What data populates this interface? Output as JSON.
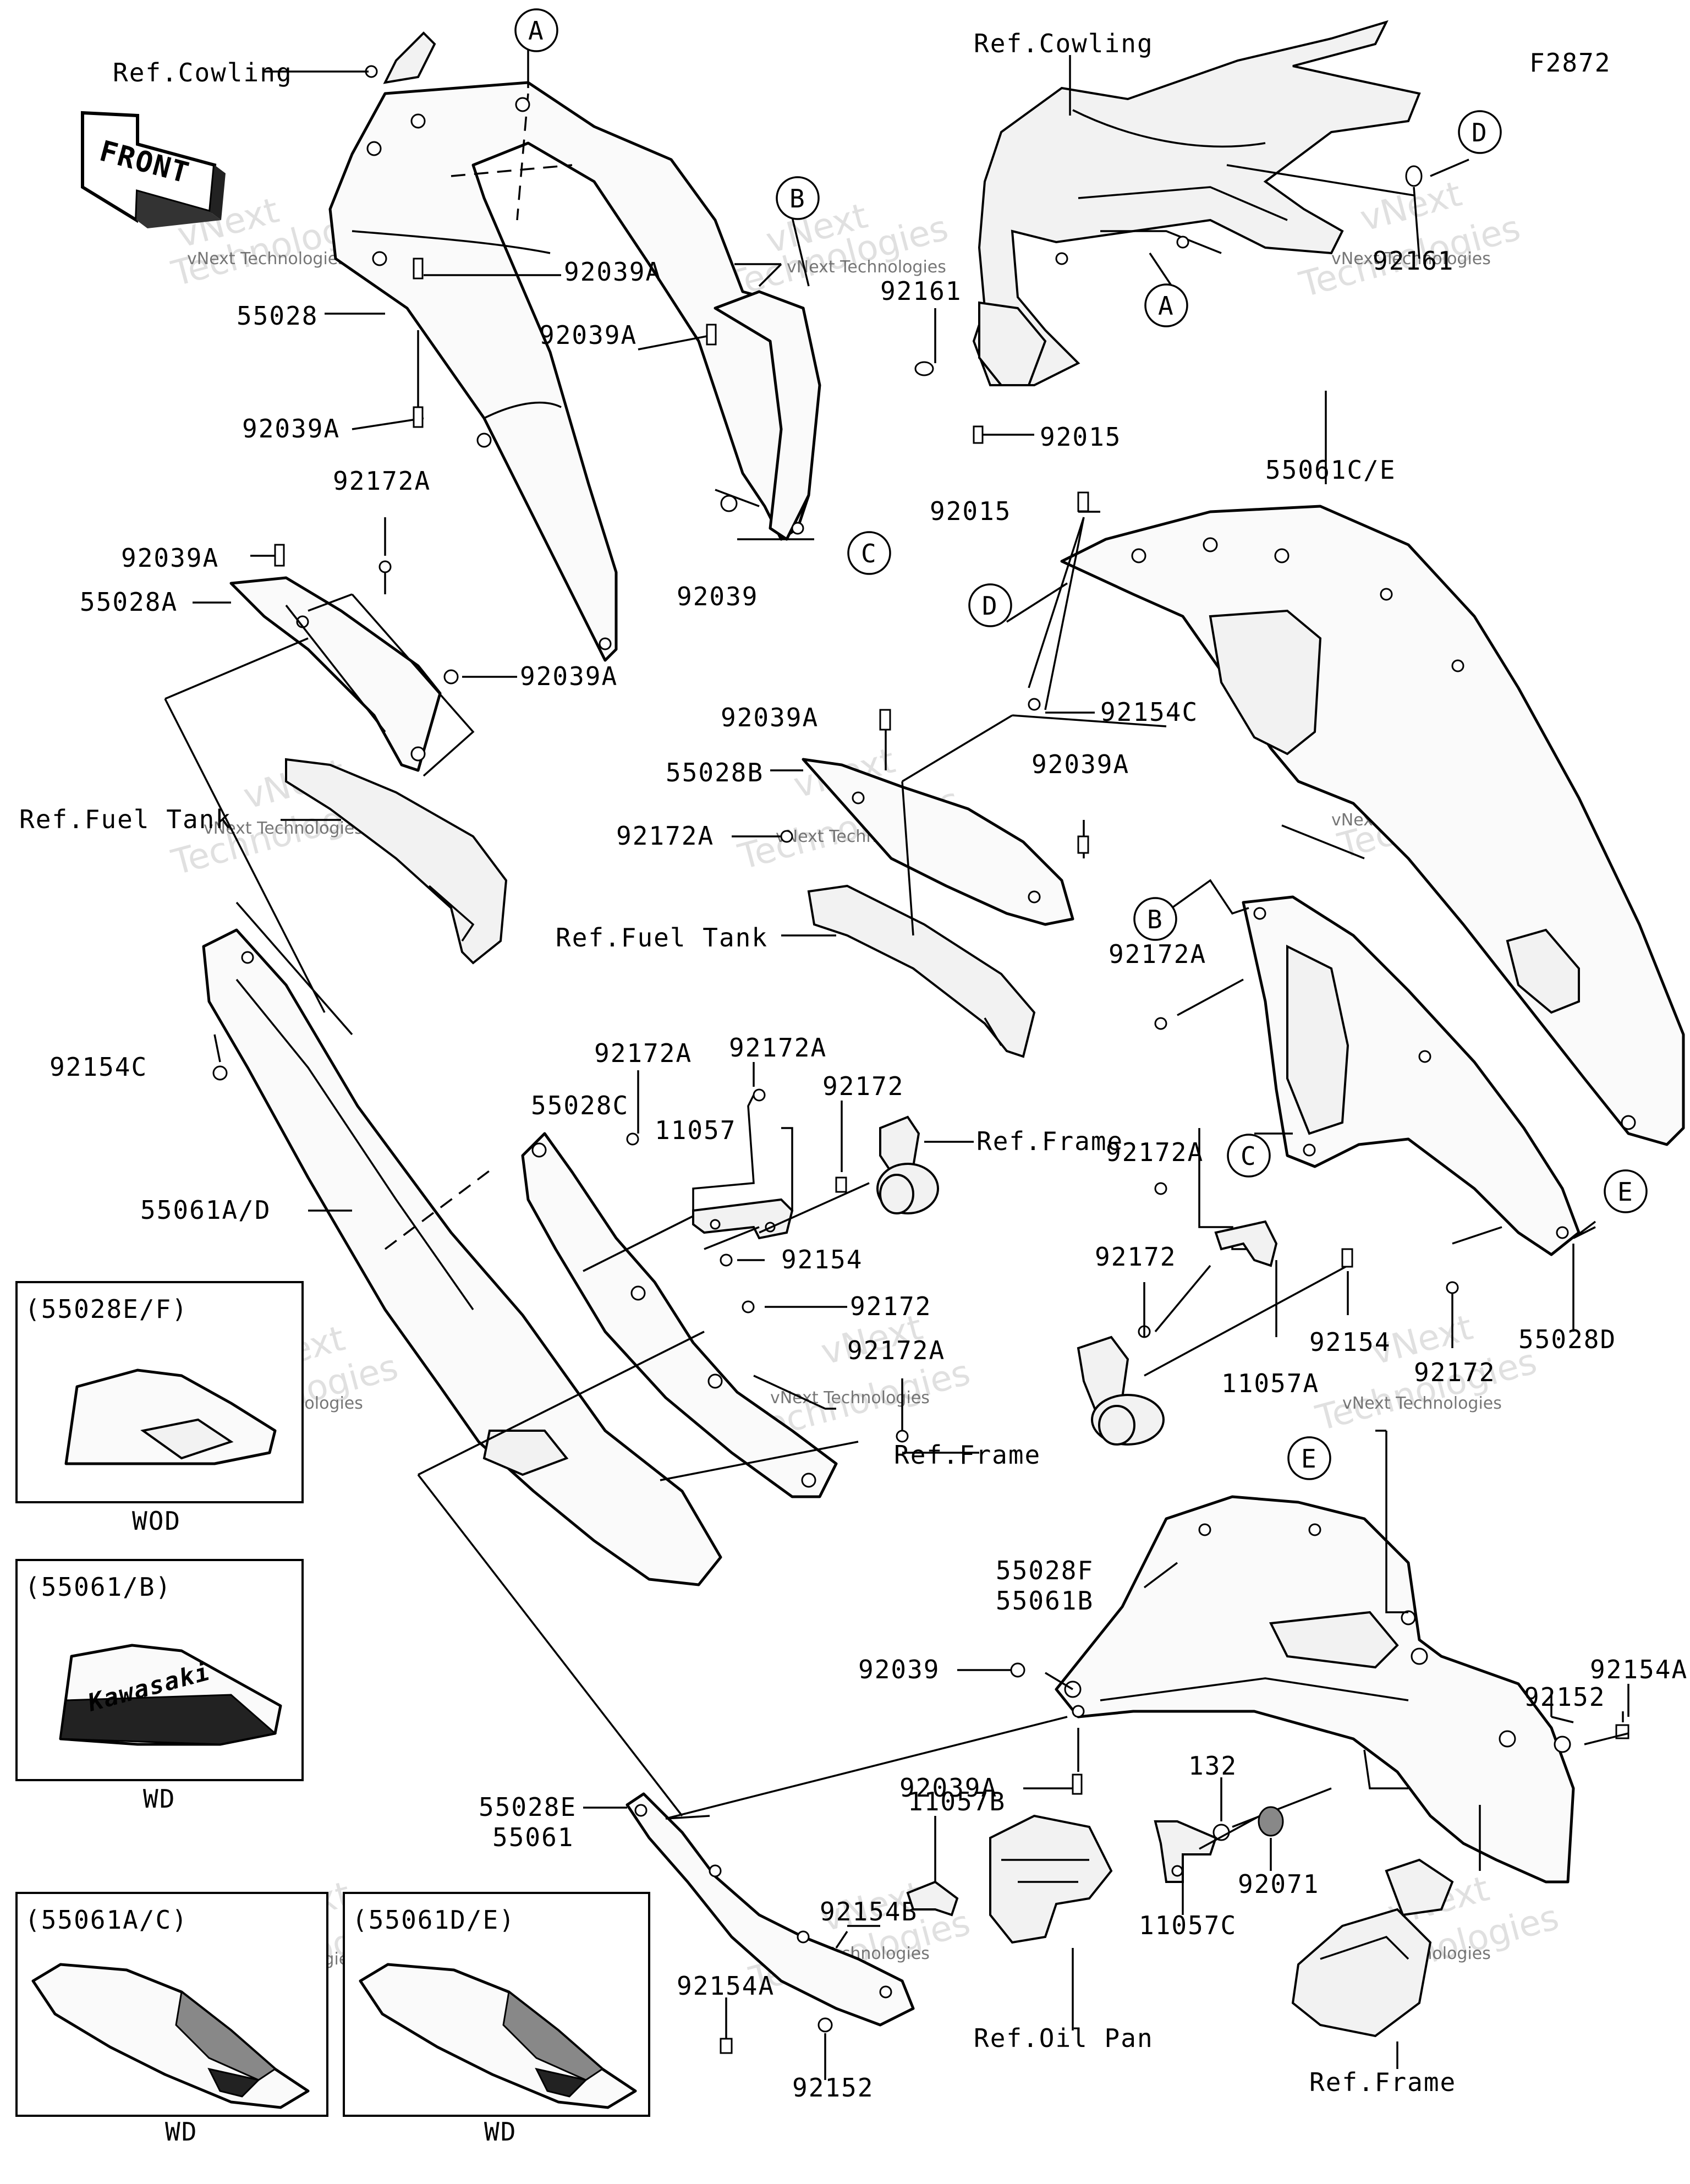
{
  "diagram_code": "F2872",
  "front_label": "FRONT",
  "watermark": {
    "brand": "vNext",
    "line2": "Technologies",
    "full": "vNext Technologies"
  },
  "callouts": {
    "A": "A",
    "B": "B",
    "C": "C",
    "D": "D",
    "E": "E"
  },
  "references": {
    "cowling": "Ref.Cowling",
    "fuel_tank": "Ref.Fuel Tank",
    "frame": "Ref.Frame",
    "oil_pan": "Ref.Oil Pan"
  },
  "parts": {
    "p55028": "55028",
    "p55028A": "55028A",
    "p55028B": "55028B",
    "p55028C": "55028C",
    "p55028D": "55028D",
    "p55028E": "55028E",
    "p55028F": "55028F",
    "p55061": "55061",
    "p55061AD": "55061A/D",
    "p55061B": "55061B",
    "p55061CE": "55061C/E",
    "p92039": "92039",
    "p92039A": "92039A",
    "p92172": "92172",
    "p92172A": "92172A",
    "p92154": "92154",
    "p92154A": "92154A",
    "p92154B": "92154B",
    "p92154C": "92154C",
    "p92161": "92161",
    "p92015": "92015",
    "p92152": "92152",
    "p92071": "92071",
    "p11057": "11057",
    "p11057A": "11057A",
    "p11057B": "11057B",
    "p11057C": "11057C",
    "p132": "132"
  },
  "variant_boxes": [
    {
      "title": "(55028E/F)",
      "caption": "WOD"
    },
    {
      "title": "(55061/B)",
      "caption": "WD",
      "logo_text": "Kawasaki"
    },
    {
      "title": "(55061A/C)",
      "caption": "WD"
    },
    {
      "title": "(55061D/E)",
      "caption": "WD"
    }
  ]
}
